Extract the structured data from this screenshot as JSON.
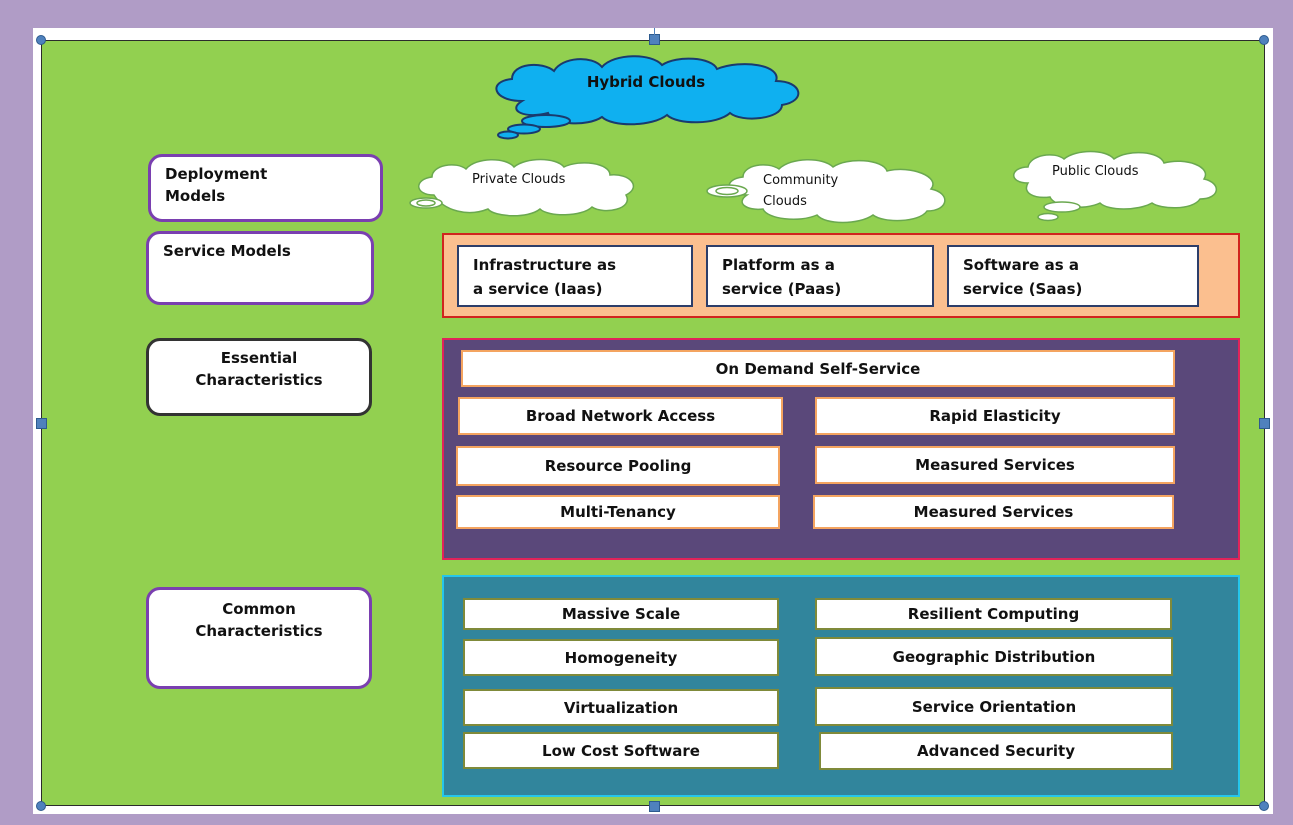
{
  "hybrid_cloud": {
    "label": "Hybrid Clouds",
    "fill": "#0fb0f0"
  },
  "deployment_clouds": [
    {
      "id": "private",
      "label": "Private Clouds"
    },
    {
      "id": "community",
      "label_lines": [
        "Community",
        "Clouds"
      ]
    },
    {
      "id": "public",
      "label": "Public Clouds"
    }
  ],
  "row_labels": {
    "deployment": [
      "Deployment",
      "Models"
    ],
    "service": "Service Models",
    "essential": [
      "Essential",
      "Characteristics"
    ],
    "common": [
      "Common",
      "Characteristics"
    ]
  },
  "service_models": [
    {
      "lines": [
        "Infrastructure as",
        "a service (Iaas)"
      ]
    },
    {
      "lines": [
        "Platform as a",
        "service (Paas)"
      ]
    },
    {
      "lines": [
        "Software as a",
        "service (Saas)"
      ]
    }
  ],
  "essential_characteristics": {
    "top": "On Demand Self-Service",
    "left": [
      "Broad Network Access",
      "Resource Pooling",
      "Multi-Tenancy"
    ],
    "right": [
      "Rapid Elasticity",
      "Measured Services",
      "Measured Services"
    ]
  },
  "common_characteristics": {
    "left": [
      "Massive Scale",
      "Homogeneity",
      "Virtualization",
      "Low Cost Software"
    ],
    "right": [
      "Resilient Computing",
      "Geographic Distribution",
      "Service Orientation",
      "Advanced Security"
    ]
  },
  "colors": {
    "background_green": "#92d050",
    "service_panel": "#fbbf8f",
    "essential_panel": "#5a487a",
    "common_panel": "#31859c",
    "label_border_purple": "#7a3fb0"
  }
}
